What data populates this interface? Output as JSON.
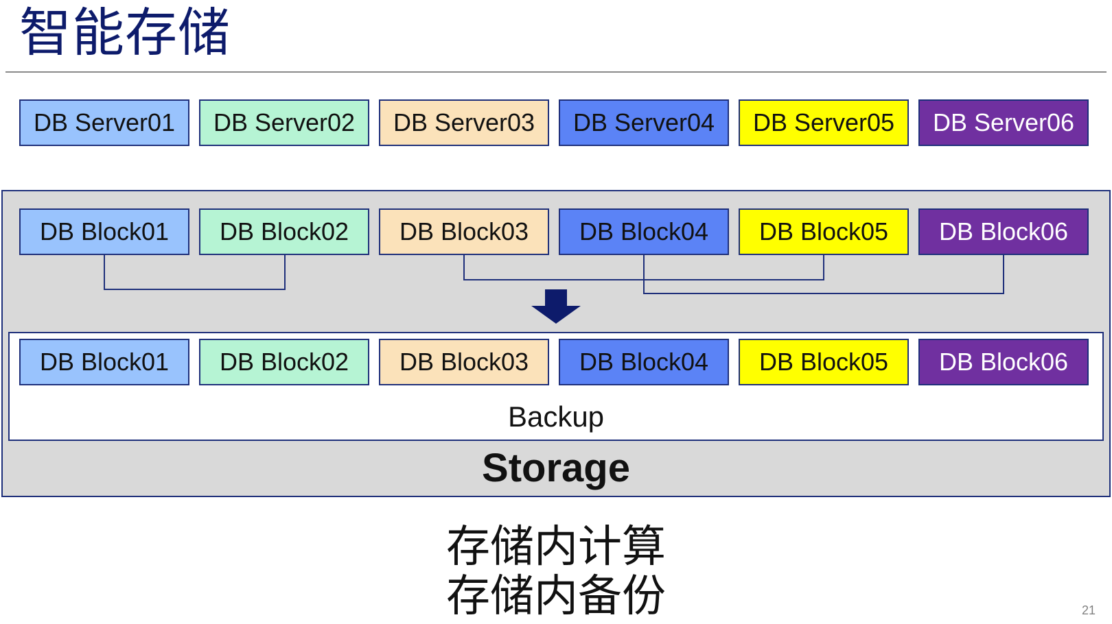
{
  "title": "智能存储",
  "servers": [
    "DB Server01",
    "DB Server02",
    "DB Server03",
    "DB Server04",
    "DB Server05",
    "DB Server06"
  ],
  "blocks": [
    "DB Block01",
    "DB Block02",
    "DB Block03",
    "DB Block04",
    "DB Block05",
    "DB Block06"
  ],
  "backup_blocks": [
    "DB Block01",
    "DB Block02",
    "DB Block03",
    "DB Block04",
    "DB Block05",
    "DB Block06"
  ],
  "backup_label": "Backup",
  "storage_label": "Storage",
  "bottom_lines": [
    "存储内计算",
    "存储内备份"
  ],
  "page_number": "21",
  "colors": {
    "block1": "#99c3fd",
    "block2": "#b6f4d4",
    "block3": "#fbe2ba",
    "block4": "#5b83f6",
    "block5": "#ffff00",
    "block6": "#7030a0",
    "border": "#1e2f7a",
    "arrow": "#0d1b6b",
    "storage_bg": "#d9d9d9",
    "title": "#0d1b6b"
  }
}
